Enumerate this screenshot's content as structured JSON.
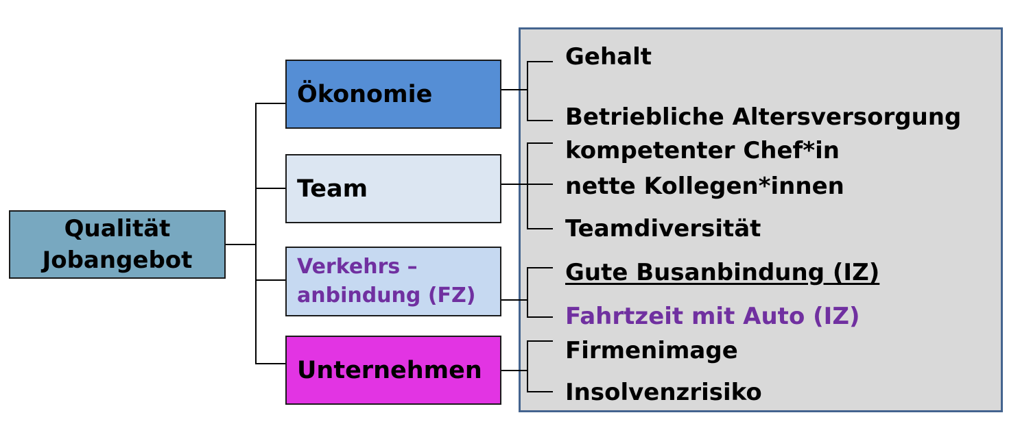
{
  "root": {
    "line1": "Qualität",
    "line2": "Jobangebot"
  },
  "categories": [
    {
      "label": "Ökonomie"
    },
    {
      "label": "Team"
    },
    {
      "label_line1": "Verkehrs –",
      "label_line2": "anbindung (FZ)"
    },
    {
      "label": "Unternehmen"
    }
  ],
  "items": {
    "oekonomie": [
      "Gehalt",
      "Betriebliche Altersversorgung"
    ],
    "team": [
      "kompetenter Chef*in",
      "nette Kollegen*innen",
      "Teamdiversität"
    ],
    "verkehr": [
      "Gute Busanbindung (IZ)",
      "Fahrtzeit mit Auto (IZ)"
    ],
    "unternehmen": [
      "Firmenimage",
      "Insolvenzrisiko"
    ]
  },
  "colors": {
    "root": "#78a8c0",
    "oekonomie": "#558ed5",
    "team": "#dce6f2",
    "verkehr": "#c6d9f1",
    "unternehmen": "#e234e3",
    "purple_text": "#7030a0",
    "panel": "#d9d9d9",
    "panel_border": "#44648f"
  }
}
